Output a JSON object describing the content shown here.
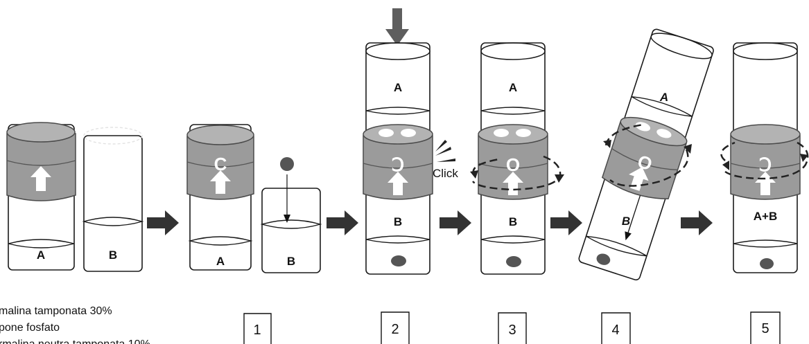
{
  "tube_labels": {
    "a_initial": "A",
    "b_initial": "B",
    "a_step1": "A",
    "b_step1": "B",
    "a_step2": "A",
    "b_step2": "B",
    "a_step3": "A",
    "b_step3": "B",
    "a_step4": "A",
    "b_step4": "B",
    "ab_step5": "A+B"
  },
  "cap_symbols": {
    "step1": "C",
    "step2": "Ↄ",
    "step3": "O",
    "step4": "O",
    "step5": "Ↄ"
  },
  "click_label": "Click",
  "steps": [
    "1",
    "2",
    "3",
    "4",
    "5"
  ],
  "legend": [
    "malina tamponata 30%",
    "pone fosfato",
    "rmalina neutra tamponata 10%"
  ],
  "colors": {
    "cap": "#9b9b9b",
    "cap_top": "#b3b3b3",
    "sample": "#555555",
    "flow_arrow": "#333333",
    "press_arrow": "#5e5e5e"
  }
}
